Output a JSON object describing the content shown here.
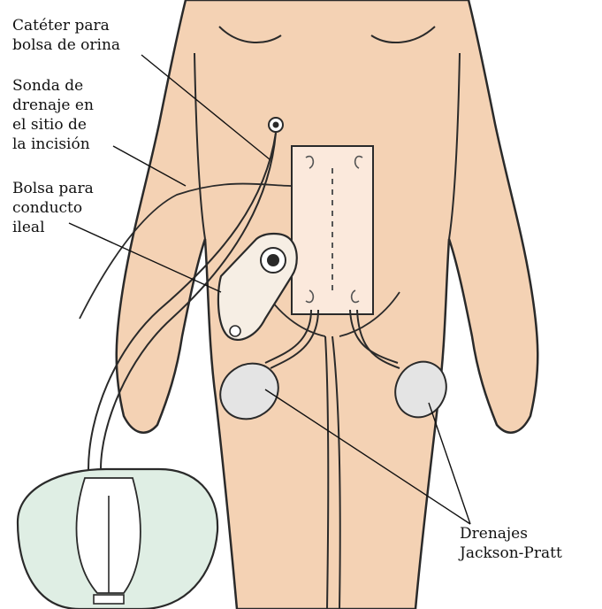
{
  "labels": {
    "catheter": "Catéter para\nbolsa de orina",
    "incision_drain": "Sonda de\ndrenaje en\nel sitio de\nla incisión",
    "ileal_bag": "Bolsa para\nconducto\nileal",
    "jp_drains": "Drenajes\nJackson-Pratt"
  },
  "colors": {
    "skin": "#f4d2b4",
    "outline": "#2a2a2a",
    "dressing": "#fbe9dc",
    "urine_bag": "#dfeee4",
    "drain_bulb": "#e4e4e4",
    "ostomy_bag": "#f6eee4"
  },
  "icons": {
    "body": "female-torso-outline",
    "dressing": "incision-dressing",
    "ostomy": "ileal-conduit-bag",
    "jp_bulb": "jackson-pratt-bulb",
    "urine_bag": "urine-drainage-bag"
  }
}
